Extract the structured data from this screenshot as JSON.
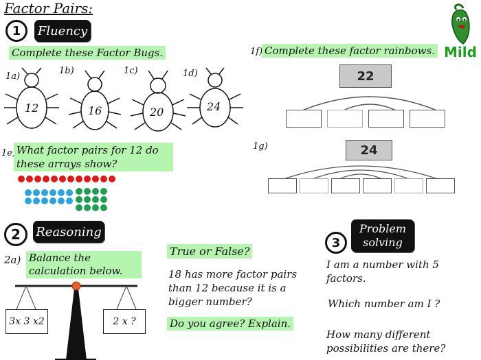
{
  "title": "Factor Pairs:",
  "level": "Mild",
  "colors": {
    "highlight": "#b6f5b0",
    "red_dot": "#e01818",
    "blue_dot": "#2aa3df",
    "green_dot": "#1f9e50"
  },
  "section1": {
    "number": "1",
    "label": "Fluency",
    "bugs_instruction": "Complete these Factor Bugs.",
    "bugs": [
      {
        "label": "1a)",
        "value": "12"
      },
      {
        "label": "1b)",
        "value": "16"
      },
      {
        "label": "1c)",
        "value": "20"
      },
      {
        "label": "1d)",
        "value": "24"
      }
    ],
    "arrays_label": "1e)",
    "arrays_question": "What factor pairs for 12 do these arrays show?",
    "rainbow_label": "1f)",
    "rainbow_instruction": "Complete these factor rainbows.",
    "rainbows": [
      {
        "value": "22"
      },
      {
        "label": "1g)",
        "value": "24"
      }
    ]
  },
  "section2": {
    "number": "2",
    "label": "Reasoning",
    "q_label": "2a)",
    "balance_instruction": "Balance the calculation below.",
    "left_pan": "3x 3 x2",
    "right_pan": "2 x ?",
    "tf_heading": "True or False?",
    "tf_statement": "18 has more factor pairs than 12 because it is a bigger number?",
    "tf_prompt": "Do you agree? Explain."
  },
  "section3": {
    "number": "3",
    "label": "Problem solving",
    "line1": "I am a number with 5 factors.",
    "line2": "Which number am I ?",
    "line3": "How many different possibilities are there?"
  }
}
